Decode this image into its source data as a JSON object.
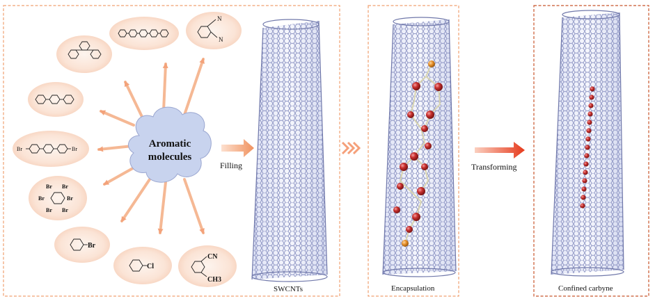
{
  "colors": {
    "panel_border": "#f0a070",
    "panel_border_dark": "#c8532a",
    "arrow_light": "#f5b894",
    "arrow_main": "#f08a5a",
    "arrow_red": "#e84a2a",
    "cloud_fill": "#c9d4f0",
    "tube_stroke": "#8890c0",
    "atom_red": "#c0282a",
    "atom_orange": "#e8902a"
  },
  "center": {
    "line1": "Aromatic",
    "line2": "molecules"
  },
  "molecules": [
    {
      "id": "m-terphenyl-meta",
      "label": ""
    },
    {
      "id": "m-quaterphenyl",
      "label": ""
    },
    {
      "id": "m-phthalonitrile",
      "labels": [
        "N",
        "N"
      ]
    },
    {
      "id": "m-terphenyl-para",
      "label": ""
    },
    {
      "id": "m-dibromo-terphenyl",
      "labels": [
        "Br",
        "Br"
      ]
    },
    {
      "id": "m-hexabromobenzene",
      "labels": [
        "Br",
        "Br",
        "Br",
        "Br",
        "Br",
        "Br"
      ]
    },
    {
      "id": "m-bromobenzene",
      "labels": [
        "Br"
      ]
    },
    {
      "id": "m-chlorobenzene",
      "labels": [
        "Cl"
      ]
    },
    {
      "id": "m-tolunitrile",
      "labels": [
        "CN",
        "CH3"
      ]
    }
  ],
  "steps": {
    "filling": "Filling",
    "transforming": "Transforming"
  },
  "captions": {
    "swcnt": "SWCNTs",
    "encapsulation": "Encapsulation",
    "carbyne": "Confined carbyne"
  }
}
